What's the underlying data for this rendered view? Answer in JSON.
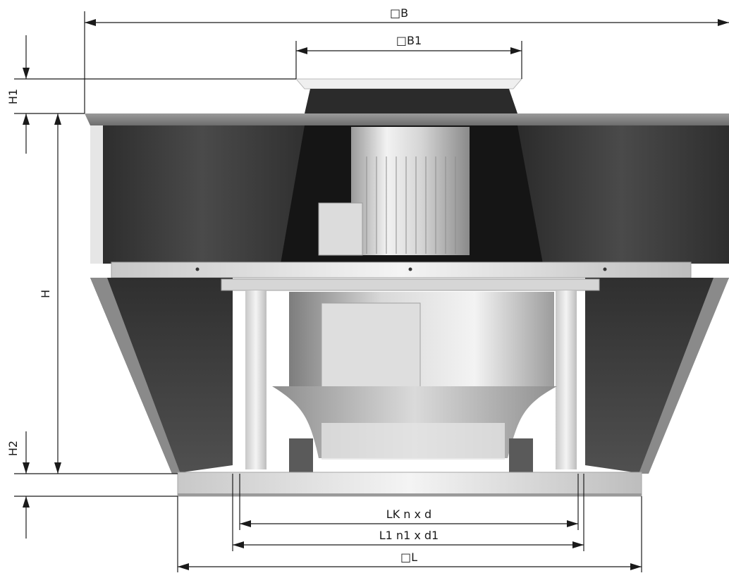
{
  "dimensions": {
    "b": "□B",
    "b1": "□B1",
    "h1": "H1",
    "h": "H",
    "h2": "H2",
    "lk": "LK  n x d",
    "l1": "L1  n1 x d1",
    "l": "□L"
  },
  "colors": {
    "housing_panel": "#3f3f3f",
    "housing_dark": "#1e1e1e",
    "metal_light": "#e2e2e2",
    "metal_mid": "#a9a9a9",
    "line": "#1a1a1a"
  }
}
